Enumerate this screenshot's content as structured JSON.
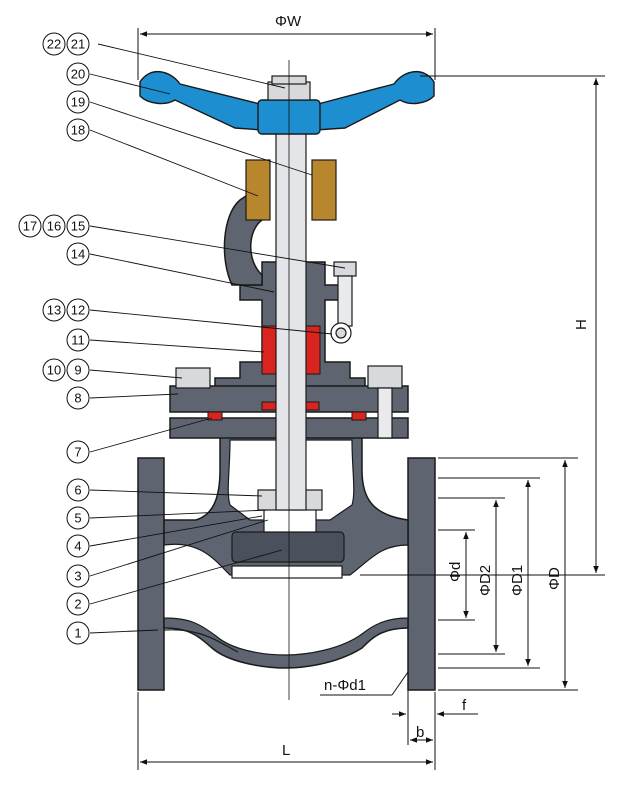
{
  "colors": {
    "body": "#5e6470",
    "handwheel": "#1d8fd0",
    "yoke_nut": "#b8862d",
    "packing": "#d9241f",
    "gasket": "#d9241f",
    "stem": "#e3e5e8",
    "line": "#111111"
  },
  "dimensions": {
    "width_label": "ΦW",
    "height_label": "H",
    "length_label": "L",
    "d_label": "Φd",
    "d2_label": "ΦD2",
    "d1_label": "ΦD1",
    "D_label": "ΦD",
    "bolt_holes_label": "n-Φd1",
    "f_label": "f",
    "b_label": "b"
  },
  "callouts": [
    {
      "id": "c22",
      "text": "22"
    },
    {
      "id": "c21",
      "text": "21"
    },
    {
      "id": "c20",
      "text": "20"
    },
    {
      "id": "c19",
      "text": "19"
    },
    {
      "id": "c18",
      "text": "18"
    },
    {
      "id": "c17",
      "text": "17"
    },
    {
      "id": "c16",
      "text": "16"
    },
    {
      "id": "c15",
      "text": "15"
    },
    {
      "id": "c14",
      "text": "14"
    },
    {
      "id": "c13",
      "text": "13"
    },
    {
      "id": "c12",
      "text": "12"
    },
    {
      "id": "c11",
      "text": "11"
    },
    {
      "id": "c10",
      "text": "10"
    },
    {
      "id": "c9",
      "text": "9"
    },
    {
      "id": "c8",
      "text": "8"
    },
    {
      "id": "c7",
      "text": "7"
    },
    {
      "id": "c6",
      "text": "6"
    },
    {
      "id": "c5",
      "text": "5"
    },
    {
      "id": "c4",
      "text": "4"
    },
    {
      "id": "c3",
      "text": "3"
    },
    {
      "id": "c2",
      "text": "2"
    },
    {
      "id": "c1",
      "text": "1"
    }
  ]
}
